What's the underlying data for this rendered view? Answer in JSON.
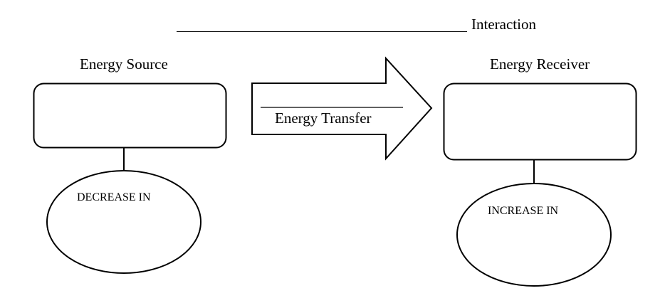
{
  "title": {
    "blank": "",
    "suffix": "Interaction"
  },
  "source": {
    "label": "Energy Source",
    "box_value": "",
    "ellipse_label": "DECREASE IN",
    "ellipse_value": ""
  },
  "transfer": {
    "blank": "",
    "label": "Energy Transfer"
  },
  "receiver": {
    "label": "Energy Receiver",
    "box_value": "",
    "ellipse_label": "INCREASE IN",
    "ellipse_value": ""
  },
  "colors": {
    "stroke": "#000000",
    "background": "#ffffff"
  }
}
